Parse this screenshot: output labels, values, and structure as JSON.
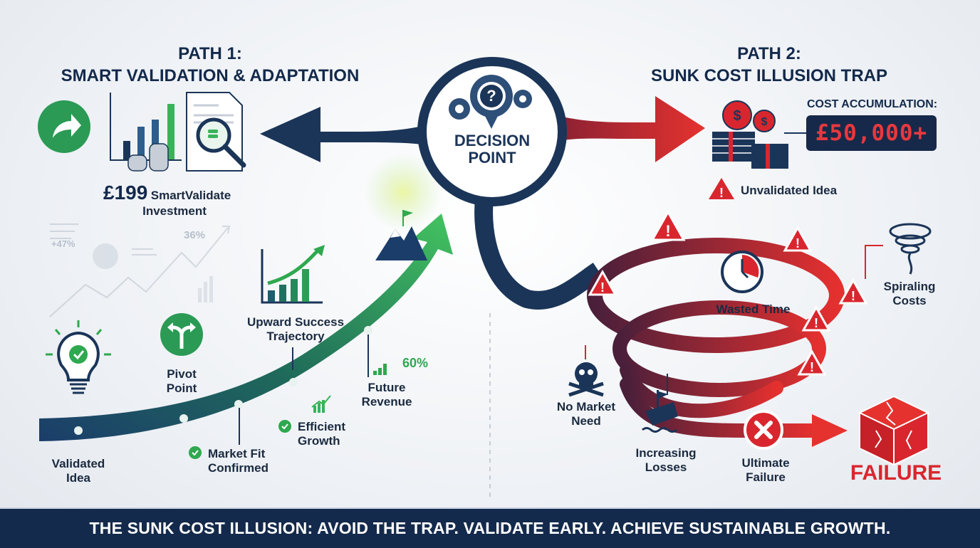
{
  "titles": {
    "path1_line1": "PATH 1:",
    "path1_line2": "SMART VALIDATION & ADAPTATION",
    "path2_line1": "PATH 2:",
    "path2_line2": "SUNK COST ILLUSION TRAP"
  },
  "decision": {
    "line1": "DECISION",
    "line2": "POINT",
    "icon": "gears-question-icon"
  },
  "path1": {
    "investment_price": "£199",
    "investment_label_1": "SmartValidate",
    "investment_label_2": "Investment",
    "background_stats": {
      "stat_a": "+47%",
      "stat_b": "36%"
    },
    "milestones": [
      {
        "line1": "Validated",
        "line2": "Idea",
        "icon": "lightbulb-check-icon"
      },
      {
        "line1": "Pivot",
        "line2": "Point",
        "icon": "split-arrow-icon"
      },
      {
        "line1": "Market Fit",
        "line2": "Confirmed",
        "icon": "check-circle-icon"
      },
      {
        "line1": "Upward Success",
        "line2": "Trajectory",
        "icon": "bar-chart-up-icon"
      },
      {
        "line1": "Efficient",
        "line2": "Growth",
        "icon": "check-circle-icon"
      },
      {
        "line1": "Future",
        "line2": "Revenue",
        "icon": "bar-chart-icon",
        "stat": "60%"
      }
    ],
    "colors": {
      "green": "#2fa84f",
      "navy": "#1b3558"
    }
  },
  "path2": {
    "cost_label": "COST ACCUMULATION:",
    "cost_value": "£50,000+",
    "unvalidated": "Unvalidated Idea",
    "items": [
      {
        "line1": "Wasted Time",
        "line2": "",
        "icon": "clock-icon"
      },
      {
        "line1": "Spiraling",
        "line2": "Costs",
        "icon": "tornado-icon"
      },
      {
        "line1": "No Market",
        "line2": "Need",
        "icon": "skull-crossbones-icon"
      },
      {
        "line1": "Increasing",
        "line2": "Losses",
        "icon": "sinking-ship-icon"
      },
      {
        "line1": "Ultimate",
        "line2": "Failure",
        "icon": "x-circle-icon"
      }
    ],
    "failure_label": "FAILURE",
    "colors": {
      "red": "#d9262e",
      "dark_red": "#7a1e33"
    }
  },
  "banner": {
    "text": "THE SUNK COST ILLUSION: AVOID THE TRAP. VALIDATE EARLY. ACHIEVE SUSTAINABLE GROWTH."
  }
}
